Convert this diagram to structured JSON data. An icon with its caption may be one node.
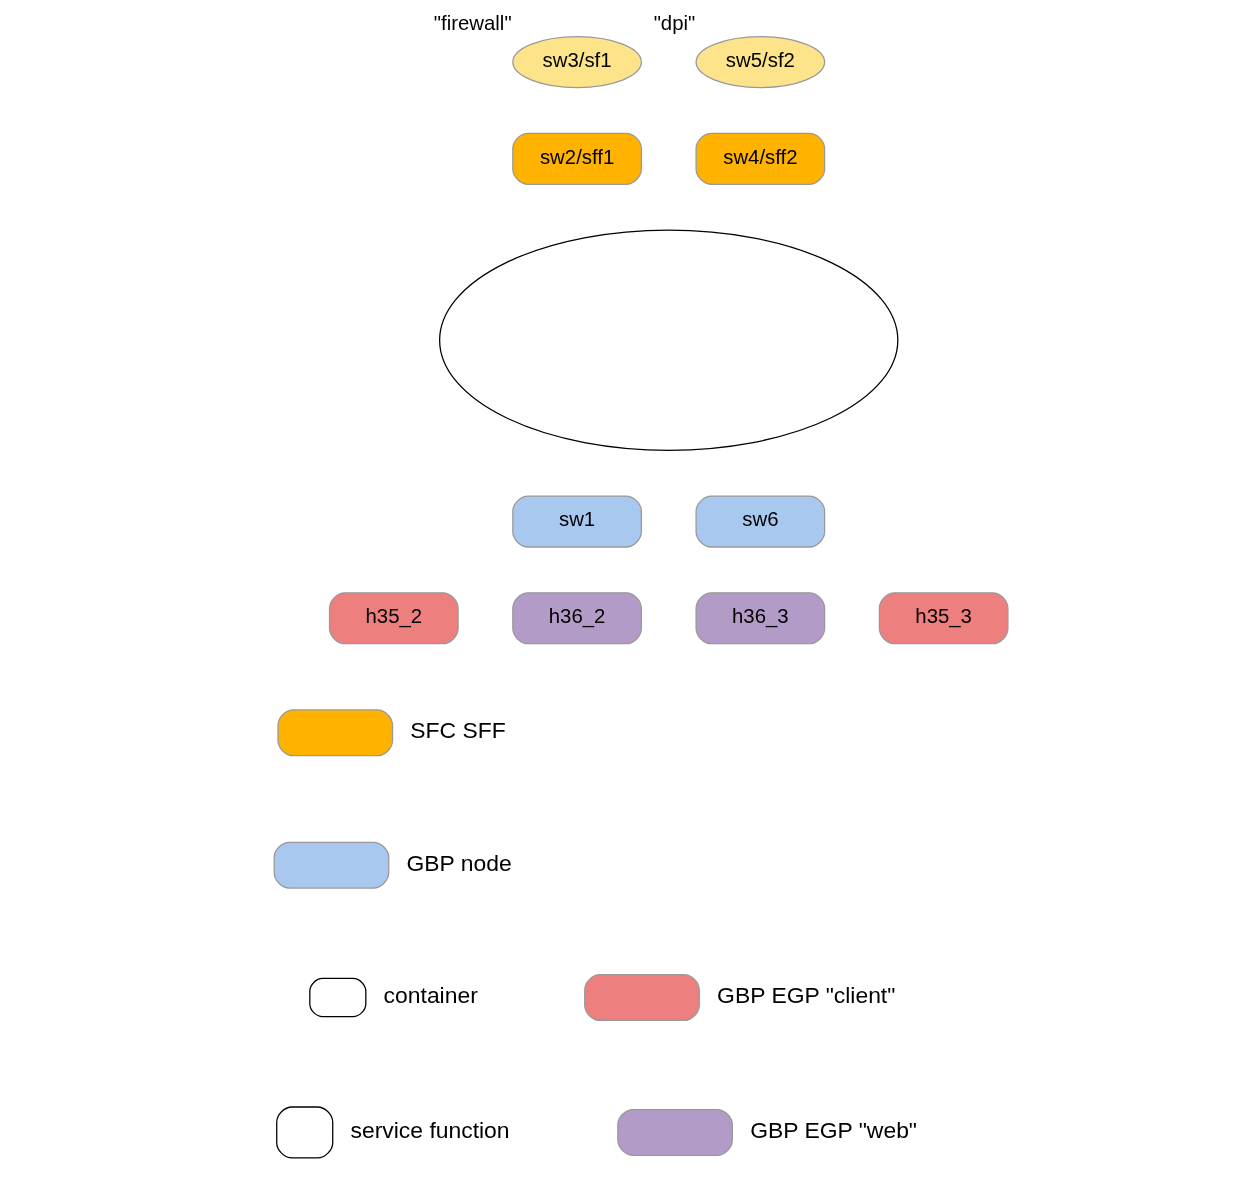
{
  "diagram": {
    "nodes": [
      {
        "text": [
          "sw3/sf1"
        ],
        "beside": [
          "\"firewall\""
        ]
      },
      {
        "text": [
          "sw5/sf2"
        ],
        "beside": [
          "\"dpi\""
        ]
      },
      {
        "text": [
          "sw2/sff1"
        ]
      },
      {
        "text": [
          "sw4/sff2"
        ]
      },
      {
        "text": [],
        "shape": "cloud"
      },
      {
        "text": [
          "sw1"
        ]
      },
      {
        "text": [
          "sw6"
        ]
      },
      {
        "text": [
          "h35_2"
        ]
      },
      {
        "text": [
          "h36_2"
        ]
      },
      {
        "text": [
          "h36_3"
        ]
      },
      {
        "text": [
          "h35_3"
        ]
      }
    ],
    "edges": [],
    "legend": [
      {
        "text": "SFC SFF",
        "color": "#ffb300"
      },
      {
        "text": "GBP node",
        "color": "#a9c8f0"
      },
      {
        "text": "container"
      },
      {
        "text": "service function"
      },
      {
        "text": "GBP EGP \"client\"",
        "color": "#ee7f7f"
      },
      {
        "text": "GBP EGP \"web\"",
        "color": "#b39bc8"
      }
    ]
  }
}
